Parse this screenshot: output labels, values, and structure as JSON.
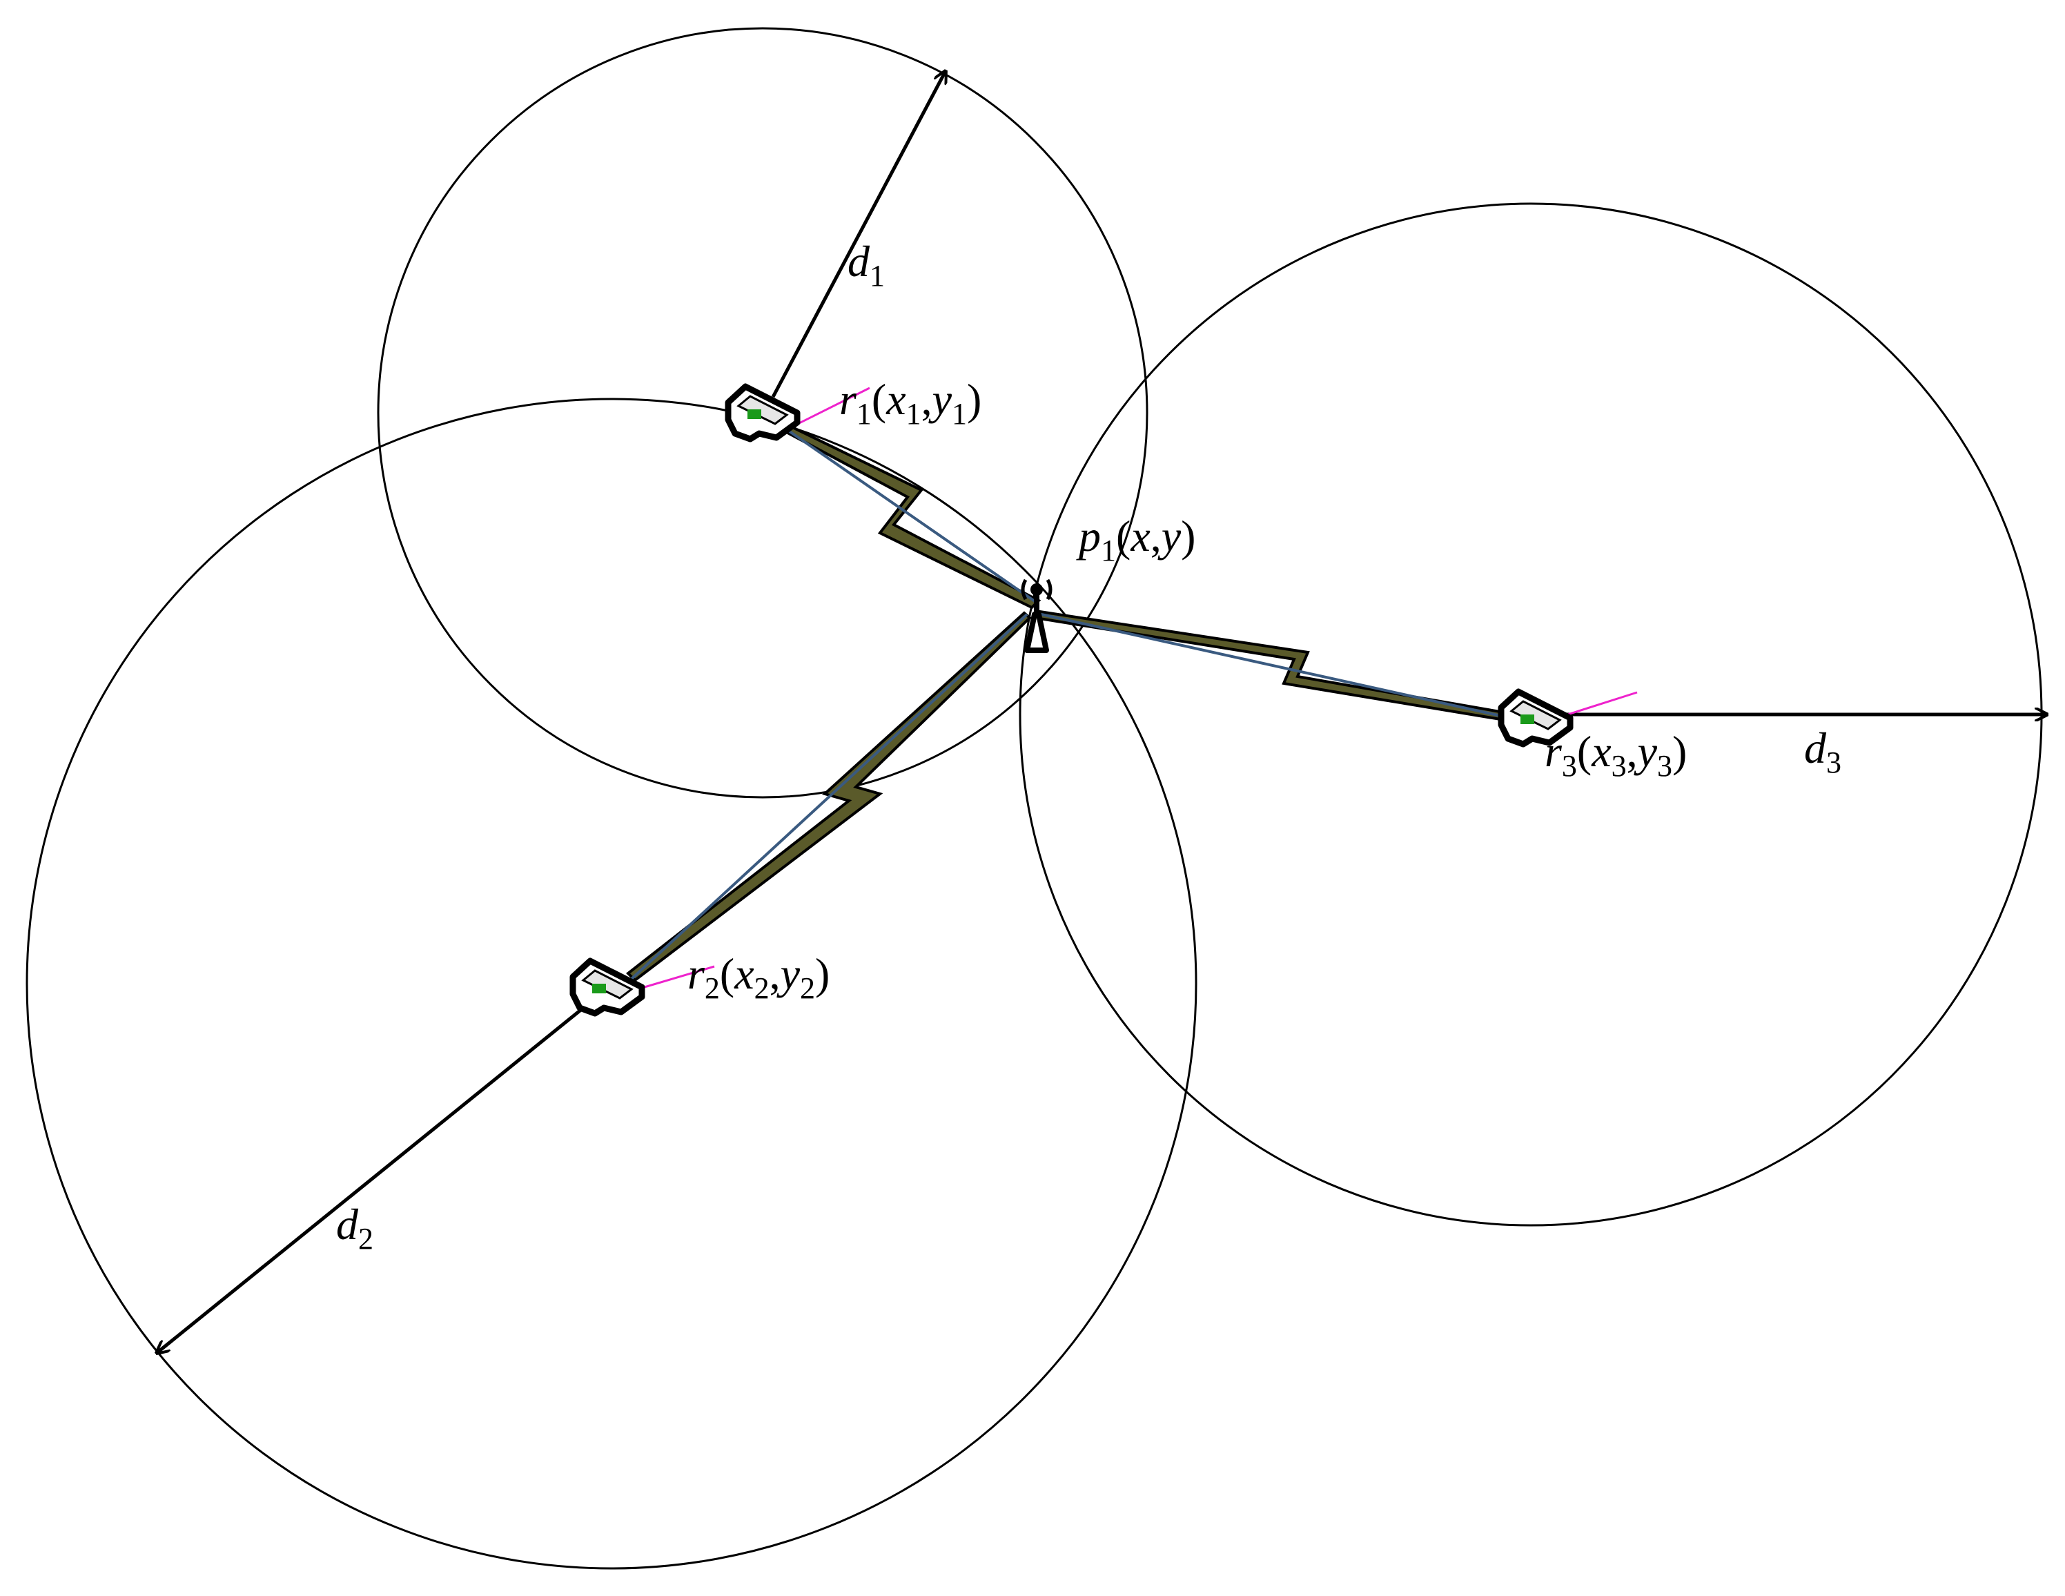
{
  "colors": {
    "stroke": "#000000",
    "signal_line": "#3a5a80",
    "signal_fill": "#5a5a2a",
    "antenna": "#ee22cc",
    "router_green": "#1a9a1a",
    "router_fill": "#ffffff"
  },
  "icons": {
    "reader": "router-icon",
    "tag": "antenna-tower-icon",
    "link": "lightning-link-icon"
  },
  "readers": [
    {
      "id": "r1",
      "label": "r",
      "sub": "1",
      "open": "(",
      "x": "x",
      "xsub": "1",
      "comma": ",",
      "y": "y",
      "ysub": "1",
      "close": ")"
    },
    {
      "id": "r2",
      "label": "r",
      "sub": "2",
      "open": "(",
      "x": "x",
      "xsub": "2",
      "comma": ",",
      "y": "y",
      "ysub": "2",
      "close": ")"
    },
    {
      "id": "r3",
      "label": "r",
      "sub": "3",
      "open": "(",
      "x": "x",
      "xsub": "3",
      "comma": ",",
      "y": "y",
      "ysub": "3",
      "close": ")"
    }
  ],
  "tag": {
    "label": "p",
    "sub": "1",
    "coords": "(x,y)",
    "open": "(",
    "x": "x",
    "comma": ",",
    "y": "y",
    "close": ")"
  },
  "distances": [
    {
      "label": "d",
      "sub": "1"
    },
    {
      "label": "d",
      "sub": "2"
    },
    {
      "label": "d",
      "sub": "3"
    }
  ]
}
